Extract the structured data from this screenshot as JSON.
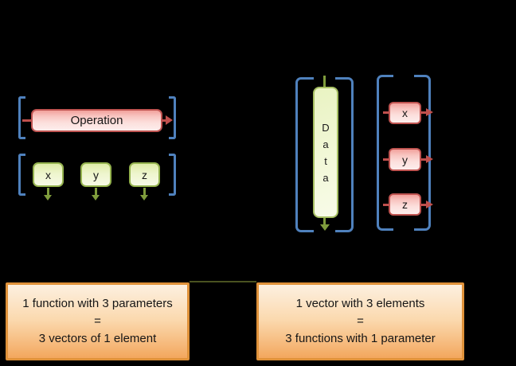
{
  "left_diagram": {
    "operation_box": {
      "label": "Operation"
    },
    "param_row": {
      "items": [
        {
          "label": "x"
        },
        {
          "label": "y"
        },
        {
          "label": "z"
        }
      ]
    }
  },
  "right_diagram": {
    "data_box": {
      "word": "Data",
      "letters": [
        "D",
        "a",
        "t",
        "a"
      ]
    },
    "element_column": {
      "items": [
        {
          "label": "x"
        },
        {
          "label": "y"
        },
        {
          "label": "z"
        }
      ]
    }
  },
  "bottom": {
    "left_box": {
      "line1": "1 function with 3 parameters",
      "line2": "=",
      "line3": "3 vectors of 1 element"
    },
    "right_box": {
      "line1": "1 vector with 3 elements",
      "line2": "=",
      "line3": "3 functions with 1 parameter"
    }
  },
  "colors": {
    "background": "#000000",
    "bracket_blue": "#4F81BD",
    "pink_border": "#BF5451",
    "pink_arrow": "#C0504D",
    "green_border": "#94B24E",
    "olive_arrow": "#7F9C3C",
    "orange_border": "#E0923A",
    "connector_line": "#4A5220"
  }
}
